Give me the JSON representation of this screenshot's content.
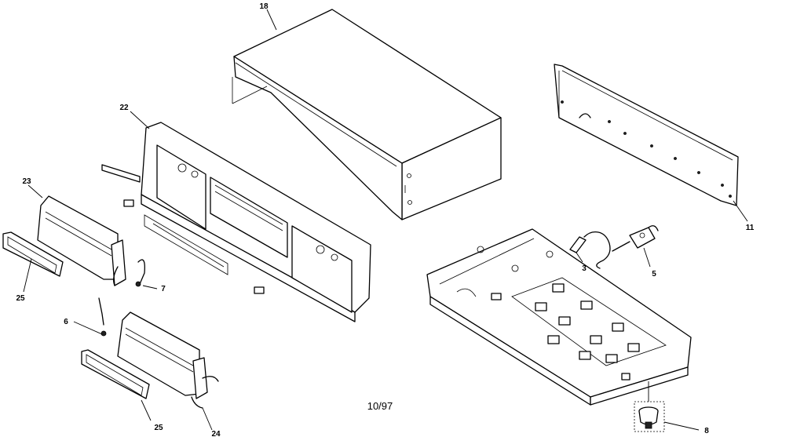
{
  "parts": [
    {
      "id": "cabinet-cover",
      "number": "18"
    },
    {
      "id": "rear-panel",
      "number": "11"
    },
    {
      "id": "front-panel",
      "number": "22"
    },
    {
      "id": "cassette-door-upper",
      "number": "23"
    },
    {
      "id": "door-window-upper",
      "number": "25"
    },
    {
      "id": "door-spring-upper",
      "number": "7"
    },
    {
      "id": "door-spring-lower",
      "number": "6"
    },
    {
      "id": "door-window-lower",
      "number": "25"
    },
    {
      "id": "door-damper",
      "number": "24"
    },
    {
      "id": "power-cord-bushing",
      "number": "3"
    },
    {
      "id": "power-cord",
      "number": "5"
    },
    {
      "id": "foot",
      "number": "8"
    }
  ],
  "revision_date": "10/97"
}
